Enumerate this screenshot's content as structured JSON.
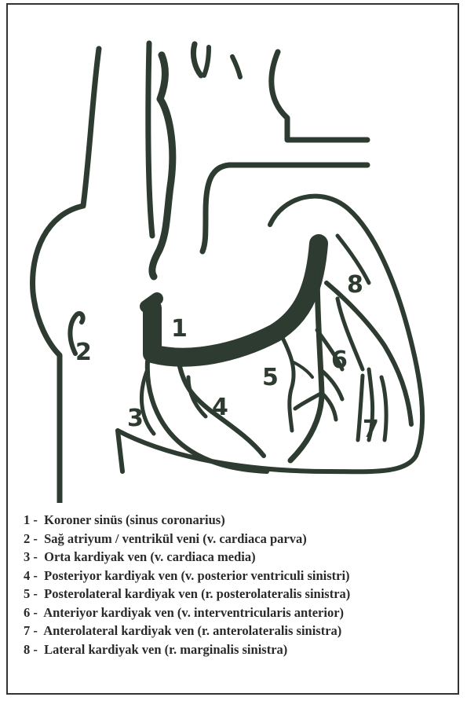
{
  "labels": [
    "1",
    "2",
    "3",
    "4",
    "5",
    "6",
    "7",
    "8"
  ],
  "legend": [
    {
      "num": "1 -",
      "text": "Koroner sinüs (sinus coronarius)"
    },
    {
      "num": "2 -",
      "text": "Sağ atriyum / ventrikül veni (v. cardiaca parva)"
    },
    {
      "num": "3 -",
      "text": "Orta kardiyak ven (v. cardiaca media)"
    },
    {
      "num": "4 -",
      "text": "Posteriyor kardiyak ven (v. posterior ventriculi sinistri)"
    },
    {
      "num": "5 -",
      "text": "Posterolateral kardiyak ven (r. posterolateralis sinistra)"
    },
    {
      "num": "6 -",
      "text": "Anteriyor kardiyak ven (v. interventricularis anterior)"
    },
    {
      "num": "7 -",
      "text": "Anterolateral kardiyak ven (r. anterolateralis sinistra)"
    },
    {
      "num": "8 -",
      "text": "Lateral kardiyak ven (r. marginalis sinistra)"
    }
  ],
  "colors": {
    "vessel": "#2d3b30",
    "text": "#2a2a2a",
    "border": "#333333"
  }
}
